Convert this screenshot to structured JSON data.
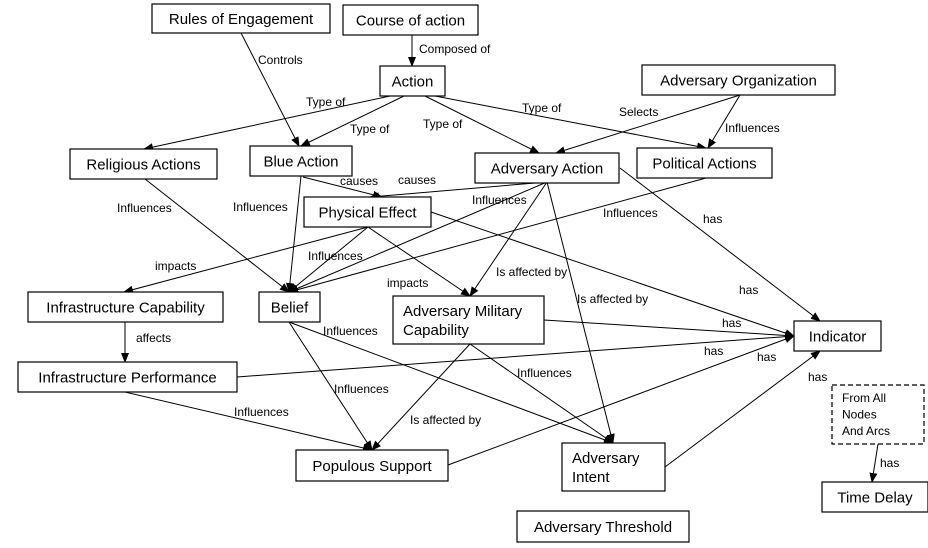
{
  "nodes": {
    "rules": "Rules of Engagement",
    "course": "Course of action",
    "action": "Action",
    "adv_org": "Adversary Organization",
    "religious": "Religious Actions",
    "blue": "Blue Action",
    "adv_action": "Adversary Action",
    "political": "Political Actions",
    "physical": "Physical Effect",
    "infra_cap": "Infrastructure Capability",
    "belief": "Belief",
    "adv_mil": [
      "Adversary Military",
      "Capability"
    ],
    "indicator": "Indicator",
    "infra_perf": "Infrastructure Performance",
    "from_all": [
      "From All",
      "Nodes",
      "And Arcs"
    ],
    "populous": "Populous Support",
    "adv_intent": [
      "Adversary",
      "Intent"
    ],
    "time_delay": "Time Delay",
    "adv_threshold": "Adversary Threshold"
  },
  "edges": [
    {
      "from": "rules",
      "to": "blue",
      "label": "Controls"
    },
    {
      "from": "course",
      "to": "action",
      "label": "Composed of"
    },
    {
      "from": "action",
      "to": "religious",
      "label": "Type of"
    },
    {
      "from": "action",
      "to": "blue",
      "label": "Type of"
    },
    {
      "from": "action",
      "to": "adv_action",
      "label": "Type of"
    },
    {
      "from": "action",
      "to": "political",
      "label": "Type of"
    },
    {
      "from": "adv_org",
      "to": "adv_action",
      "label": "Selects"
    },
    {
      "from": "adv_org",
      "to": "political",
      "label": "Influences"
    },
    {
      "from": "blue",
      "to": "physical",
      "label": "causes"
    },
    {
      "from": "adv_action",
      "to": "physical",
      "label": "causes"
    },
    {
      "from": "religious",
      "to": "belief",
      "label": "Influences"
    },
    {
      "from": "blue",
      "to": "belief",
      "label": "Influences"
    },
    {
      "from": "adv_action",
      "to": "belief",
      "label": "Influences"
    },
    {
      "from": "political",
      "to": "belief",
      "label": "Influences"
    },
    {
      "from": "physical",
      "to": "belief",
      "label": "Influences"
    },
    {
      "from": "physical",
      "to": "infra_cap",
      "label": "impacts"
    },
    {
      "from": "physical",
      "to": "adv_mil",
      "label": "impacts"
    },
    {
      "from": "adv_action",
      "to": "adv_mil",
      "label": "Is affected by"
    },
    {
      "from": "adv_action",
      "to": "adv_intent",
      "label": "Is affected by"
    },
    {
      "from": "adv_action",
      "to": "indicator",
      "label": "has"
    },
    {
      "from": "physical",
      "to": "indicator",
      "label": "has"
    },
    {
      "from": "adv_mil",
      "to": "indicator",
      "label": "has"
    },
    {
      "from": "infra_perf",
      "to": "indicator",
      "label": "has"
    },
    {
      "from": "populous",
      "to": "indicator",
      "label": "has"
    },
    {
      "from": "adv_intent",
      "to": "indicator",
      "label": "has"
    },
    {
      "from": "infra_cap",
      "to": "infra_perf",
      "label": "affects"
    },
    {
      "from": "infra_perf",
      "to": "populous",
      "label": "Influences"
    },
    {
      "from": "belief",
      "to": "populous",
      "label": "Influences"
    },
    {
      "from": "belief",
      "to": "adv_intent",
      "label": "Influences"
    },
    {
      "from": "adv_mil",
      "to": "populous",
      "label": "Is affected by"
    },
    {
      "from": "adv_mil",
      "to": "adv_intent",
      "label": "Influences"
    },
    {
      "from": "from_all",
      "to": "time_delay",
      "label": "has"
    }
  ]
}
